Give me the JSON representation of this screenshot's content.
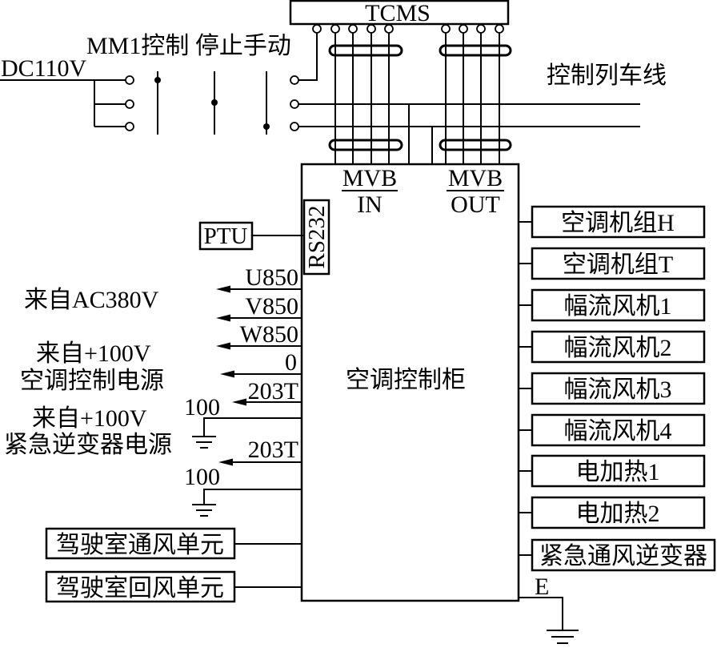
{
  "tcms": {
    "label": "TCMS"
  },
  "mode_switch": {
    "supply_label": "DC110V",
    "label": "MM1控制 停止手动"
  },
  "train_line": {
    "label": "控制列车线"
  },
  "cabinet": {
    "label": "空调控制柜",
    "mvb_in": {
      "top": "MVB",
      "bottom": "IN"
    },
    "mvb_out": {
      "top": "MVB",
      "bottom": "OUT"
    },
    "serial_port": "RS232",
    "earth_label": "E"
  },
  "ptu": {
    "label": "PTU"
  },
  "left_wires": [
    "U850",
    "V850",
    "W850",
    "0",
    "203T",
    "100",
    "203T",
    "100"
  ],
  "sources": [
    "来自AC380V",
    "来自+100V",
    "空调控制电源",
    "来自+100V",
    "紧急逆变器电源"
  ],
  "left_units": [
    "驾驶室通风单元",
    "驾驶室回风单元"
  ],
  "right_units": [
    "空调机组H",
    "空调机组T",
    "幅流风机1",
    "幅流风机2",
    "幅流风机3",
    "幅流风机4",
    "电加热1",
    "电加热2",
    "紧急通风逆变器"
  ]
}
